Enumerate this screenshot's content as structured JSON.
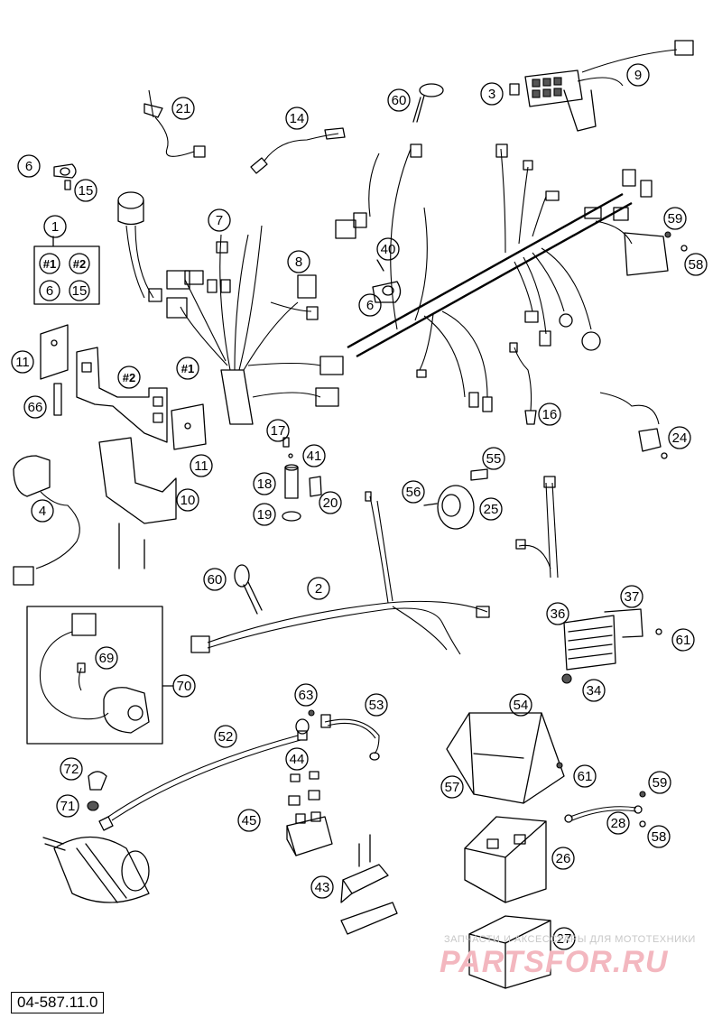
{
  "document_code": "04-587.11.0",
  "callouts": {
    "c1": "1",
    "c2": "2",
    "c3": "3",
    "c4": "4",
    "c6a": "6",
    "c6b": "6",
    "c6c": "6",
    "c7": "7",
    "c8": "8",
    "c9": "9",
    "c10": "10",
    "c11a": "11",
    "c11b": "11",
    "c14": "14",
    "c15a": "15",
    "c15b": "15",
    "c16": "16",
    "c17": "17",
    "c18": "18",
    "c19": "19",
    "c20": "20",
    "c21": "21",
    "c24": "24",
    "c25": "25",
    "c26": "26",
    "c27": "27",
    "c28": "28",
    "c34": "34",
    "c36": "36",
    "c37": "37",
    "c40": "40",
    "c41": "41",
    "c43": "43",
    "c44": "44",
    "c45": "45",
    "c52": "52",
    "c53": "53",
    "c54": "54",
    "c55": "55",
    "c56": "56",
    "c57": "57",
    "c58a": "58",
    "c58b": "58",
    "c59a": "59",
    "c59b": "59",
    "c60a": "60",
    "c60b": "60",
    "c61a": "61",
    "c61b": "61",
    "c63": "63",
    "c66": "66",
    "c69": "69",
    "c70": "70",
    "c71": "71",
    "c72": "72"
  },
  "kit_labels": {
    "hash1": "#1",
    "hash2": "#2",
    "hash1_part": "#1",
    "hash2_part": "#2"
  },
  "watermark": {
    "line": "ЗАПЧАСТИ И АКСЕССУАРЫ ДЛЯ МОТОТЕХНИКИ",
    "logo": "PARTSFOR.RU"
  }
}
